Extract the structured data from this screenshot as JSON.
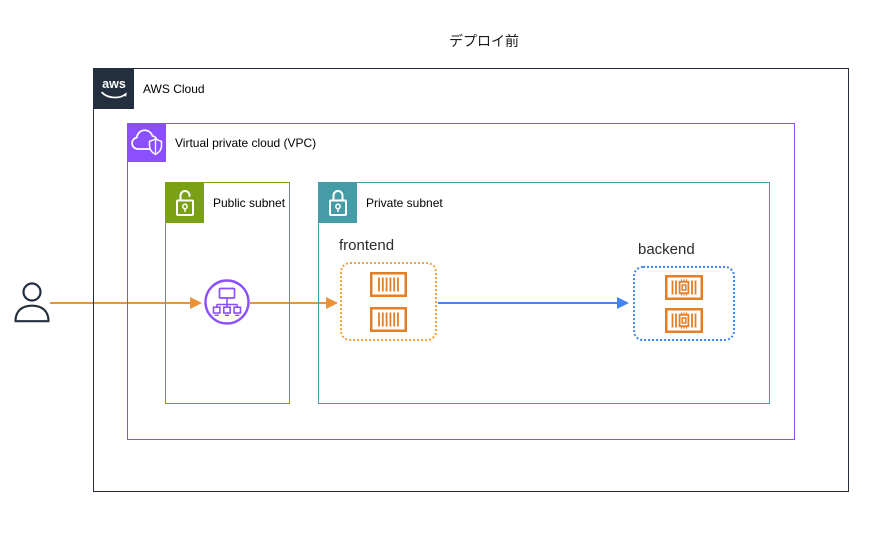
{
  "title": "デプロイ前",
  "groups": {
    "aws_cloud": {
      "label": "AWS Cloud"
    },
    "vpc": {
      "label": "Virtual private cloud (VPC)"
    },
    "public_subnet": {
      "label": "Public subnet"
    },
    "private_subnet": {
      "label": "Private subnet"
    },
    "frontend": {
      "label": "frontend",
      "container_count": 2
    },
    "backend": {
      "label": "backend",
      "container_count": 2
    }
  },
  "nodes": {
    "user": {
      "icon": "user-icon"
    },
    "load_balancer": {
      "icon": "elastic-load-balancing-icon"
    },
    "frontend_containers": {
      "icon": "container-icon"
    },
    "backend_containers": {
      "icon": "container-chip-icon"
    }
  },
  "edges": [
    {
      "from": "user",
      "to": "load_balancer",
      "color": "#EE9139"
    },
    {
      "from": "load_balancer",
      "to": "frontend",
      "color": "#EE9139"
    },
    {
      "from": "frontend",
      "to": "backend",
      "color": "#4285F4"
    }
  ],
  "colors": {
    "aws_dark": "#232F3E",
    "vpc_purple": "#8C4FFF",
    "public_subnet_green": "#7AA116",
    "private_subnet_teal": "#459CA6",
    "container_orange": "#E47D25",
    "frontend_border_orange": "#F2A23E",
    "backend_border_blue": "#4285F4",
    "arrow_orange": "#EE9139",
    "arrow_blue": "#4285F4"
  }
}
